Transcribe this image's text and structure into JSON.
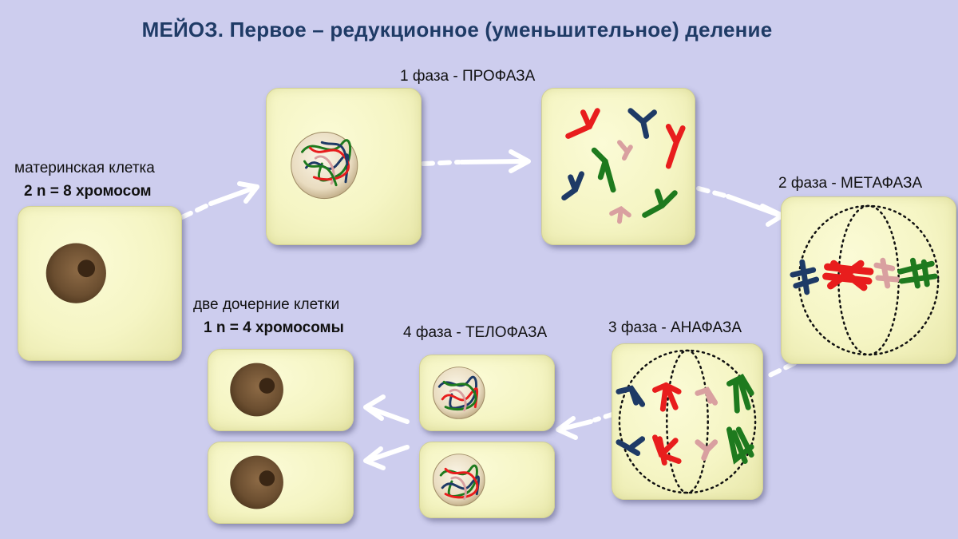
{
  "title": "МЕЙОЗ. Первое – редукционное (уменьшительное) деление",
  "mother": {
    "line1": "материнская клетка",
    "line2": "2 n = 8 хромосом"
  },
  "daughters": {
    "line1": "две дочерние клетки",
    "line2": "1 n = 4 хромосомы"
  },
  "phases": {
    "p1": "1 фаза - ПРОФАЗА",
    "p2": "2 фаза - МЕТАФАЗА",
    "p3": "3 фаза - АНАФАЗА",
    "p4": "4 фаза - ТЕЛОФАЗА"
  },
  "colors": {
    "background": "#cdcdee",
    "cytoplasm": "#f5f5c4",
    "nucleus": "#7a5a38",
    "title": "#1f3b66",
    "chromosome_red": "#e81d1d",
    "chromosome_blue": "#1e3a66",
    "chromosome_green": "#1e7a1e",
    "chromosome_pink": "#d9a0a0",
    "arrow": "#ffffff"
  }
}
